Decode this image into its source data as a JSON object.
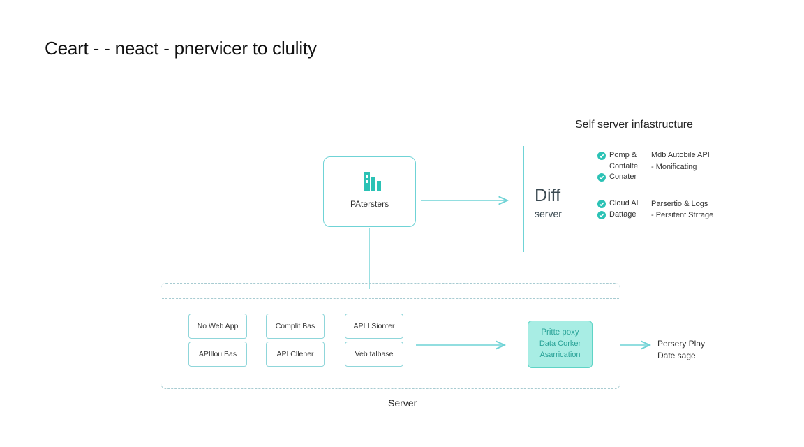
{
  "title": "Ceart - - neact - pnervicer to clulity",
  "infrastructure": {
    "section_title": "Self server infastructure",
    "left_features": [
      "Pomp &",
      "Contalte",
      "Conater",
      "Cloud AI",
      "Dattage"
    ],
    "right_features": [
      "Mdb Autobile API",
      "- Monificating",
      "Parsertio & Logs",
      "- Persitent Strrage"
    ]
  },
  "main_node": {
    "label": "PAtersters",
    "icon": "server-bars-icon"
  },
  "diff": {
    "big": "Diff",
    "small": "server"
  },
  "server": {
    "label": "Server",
    "services": [
      "No Web App",
      "Complit Bas",
      "API LSionter",
      "APIllou Bas",
      "API Cllener",
      "Veb talbase"
    ]
  },
  "proxy": {
    "lines": [
      "Pritte poxy",
      "Data Corker",
      "Asarrication"
    ]
  },
  "storage": {
    "lines": [
      "Persery Play",
      "Date sage"
    ]
  },
  "colors": {
    "accent": "#6fd3d6",
    "accent_dark": "#2aa398",
    "proxy_fill": "#a8ede4",
    "dashed": "#a7cbd1"
  }
}
